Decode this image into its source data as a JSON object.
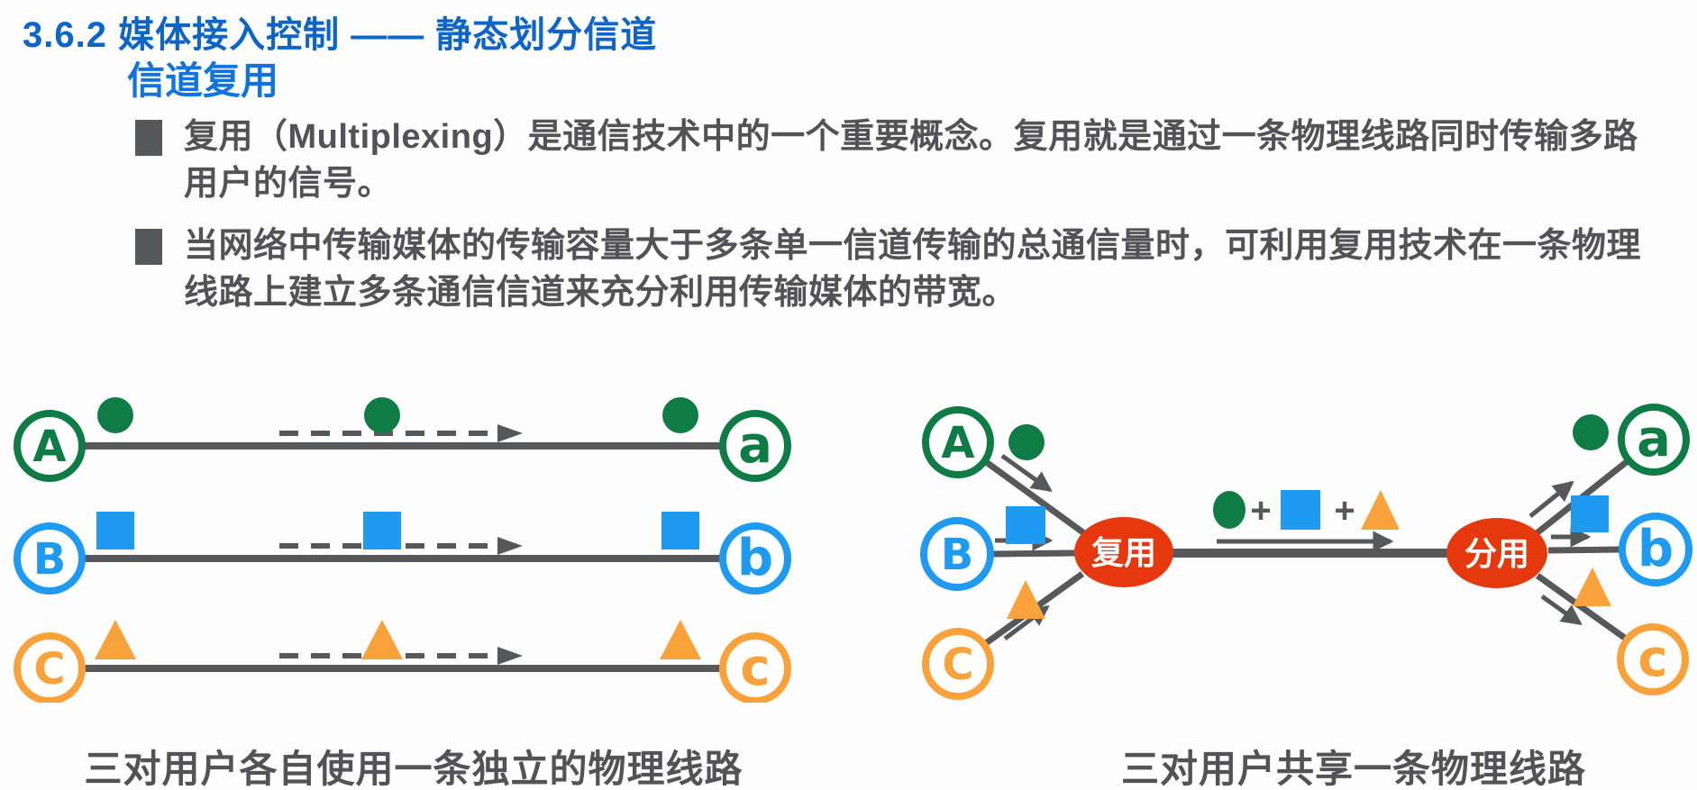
{
  "slide": {
    "title": "3.6.2 媒体接入控制 —— 静态划分信道",
    "subtitle": "信道复用",
    "bullets": [
      {
        "text": "复用（Multiplexing）是通信技术中的一个重要概念。复用就是通过一条物理线路同时传输多路用户的信号。"
      },
      {
        "text": "当网络中传输媒体的传输容量大于多条单一信道传输的总通信量时，可利用复用技术在一条物理线路上建立多条通信信道来充分利用传输媒体的带宽。"
      }
    ]
  },
  "left_diagram": {
    "caption": "三对用户各自使用一条独立的物理线路",
    "rows": [
      {
        "source": "A",
        "dest": "a",
        "symbol": "green-circle"
      },
      {
        "source": "B",
        "dest": "b",
        "symbol": "blue-square"
      },
      {
        "source": "C",
        "dest": "c",
        "symbol": "orange-triangle"
      }
    ]
  },
  "right_diagram": {
    "caption": "三对用户共享一条物理线路",
    "mux_label": "复用",
    "demux_label": "分用",
    "plus": "+",
    "sources": [
      "A",
      "B",
      "C"
    ],
    "dests": [
      "a",
      "b",
      "c"
    ]
  },
  "colors": {
    "bg": "#fdfdfd",
    "title-blue": "#0d65c8",
    "subtitle-blue": "#1273dc",
    "text-gray": "#535355",
    "line-gray": "#57585a",
    "green": "#0e7c44",
    "blue": "#1e9bf0",
    "orange": "#f9a23c",
    "red": "#e5380e"
  }
}
